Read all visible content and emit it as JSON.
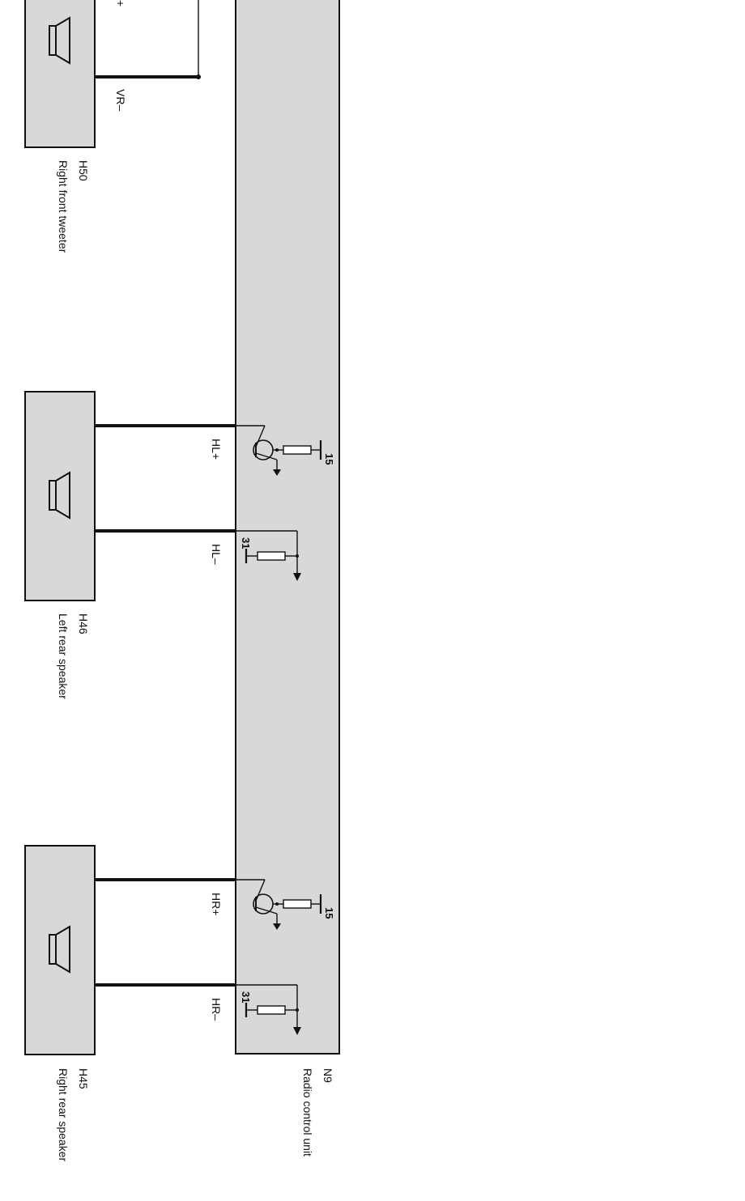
{
  "components": {
    "h50": {
      "code": "H50",
      "name": "Right front tweeter"
    },
    "h46": {
      "code": "H46",
      "name": "Left rear speaker"
    },
    "h45": {
      "code": "H45",
      "name": "Right rear speaker"
    },
    "n9": {
      "code": "N9",
      "name": "Radio control unit"
    }
  },
  "signals": {
    "vr_plus": "+",
    "vr_minus": "VR–",
    "hl_plus": "HL+",
    "hl_minus": "HL–",
    "hr_plus": "HR+",
    "hr_minus": "HR–"
  },
  "pins": {
    "hl_plus_term": "15",
    "hl_minus_term": "31",
    "hr_plus_term": "15",
    "hr_minus_term": "31"
  },
  "colors": {
    "box_fill": "#d8d8d8",
    "stroke": "#111111"
  }
}
